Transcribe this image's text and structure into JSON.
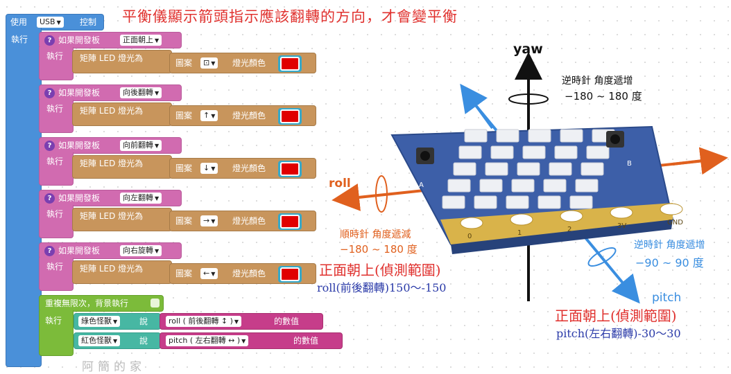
{
  "title": "平衡儀顯示箭頭指示應該翻轉的方向，才會變平衡",
  "use_block": {
    "prefix": "使用",
    "device": "USB",
    "suffix": "控制"
  },
  "exec_label": "執行",
  "if_blocks": [
    {
      "if_label": "如果開發板",
      "condition": "正面朝上",
      "exec": "執行",
      "matrix_label": "矩陣 LED 燈光為",
      "pattern_label": "圖案",
      "pattern": "⊡",
      "color_label": "燈光顏色",
      "color": "#e00000"
    },
    {
      "if_label": "如果開發板",
      "condition": "向後翻轉",
      "exec": "執行",
      "matrix_label": "矩陣 LED 燈光為",
      "pattern_label": "圖案",
      "pattern": "↑",
      "color_label": "燈光顏色",
      "color": "#e00000"
    },
    {
      "if_label": "如果開發板",
      "condition": "向前翻轉",
      "exec": "執行",
      "matrix_label": "矩陣 LED 燈光為",
      "pattern_label": "圖案",
      "pattern": "↓",
      "color_label": "燈光顏色",
      "color": "#e00000"
    },
    {
      "if_label": "如果開發板",
      "condition": "向左翻轉",
      "exec": "執行",
      "matrix_label": "矩陣 LED 燈光為",
      "pattern_label": "圖案",
      "pattern": "→",
      "color_label": "燈光顏色",
      "color": "#e00000"
    },
    {
      "if_label": "如果開發板",
      "condition": "向右旋轉",
      "exec": "執行",
      "matrix_label": "矩陣 LED 燈光為",
      "pattern_label": "圖案",
      "pattern": "←",
      "color_label": "燈光顏色",
      "color": "#e00000"
    }
  ],
  "loop": {
    "label": "重複無限次，背景執行",
    "exec": "執行",
    "rows": [
      {
        "monster": "綠色怪獸",
        "say": "說",
        "value": "roll ( 前後翻轉 ↕ )",
        "suffix": "的數值"
      },
      {
        "monster": "紅色怪獸",
        "say": "說",
        "value": "pitch ( 左右翻轉 ↔ )",
        "suffix": "的數值"
      }
    ]
  },
  "watermark": "阿簡的家",
  "diagram": {
    "yaw": "yaw",
    "yaw_desc1": "逆時針 角度遞增",
    "yaw_desc2": "−180 ~ 180 度",
    "roll": "roll",
    "roll_desc1": "順時針 角度遞減",
    "roll_desc2": "−180 ~ 180 度",
    "pitch": "pitch",
    "pitch_desc1": "逆時針 角度遞增",
    "pitch_desc2": "−90 ~ 90 度",
    "pin_labels": [
      "0",
      "1",
      "2",
      "3V",
      "GND"
    ],
    "btn_a": "A",
    "btn_b": "B"
  },
  "note_roll_title": "正面朝上(偵測範圍)",
  "note_roll_range": "roll(前後翻轉)150～-150",
  "note_pitch_title": "正面朝上(偵測範圍)",
  "note_pitch_range": "pitch(左右翻轉)-30～30",
  "colors": {
    "title": "#e0312e",
    "note_red": "#e0312e",
    "note_blue": "#2a3aa8",
    "orange_axis": "#e0601e",
    "blue_axis": "#3a8ee0",
    "board": "#3d5fa8"
  }
}
